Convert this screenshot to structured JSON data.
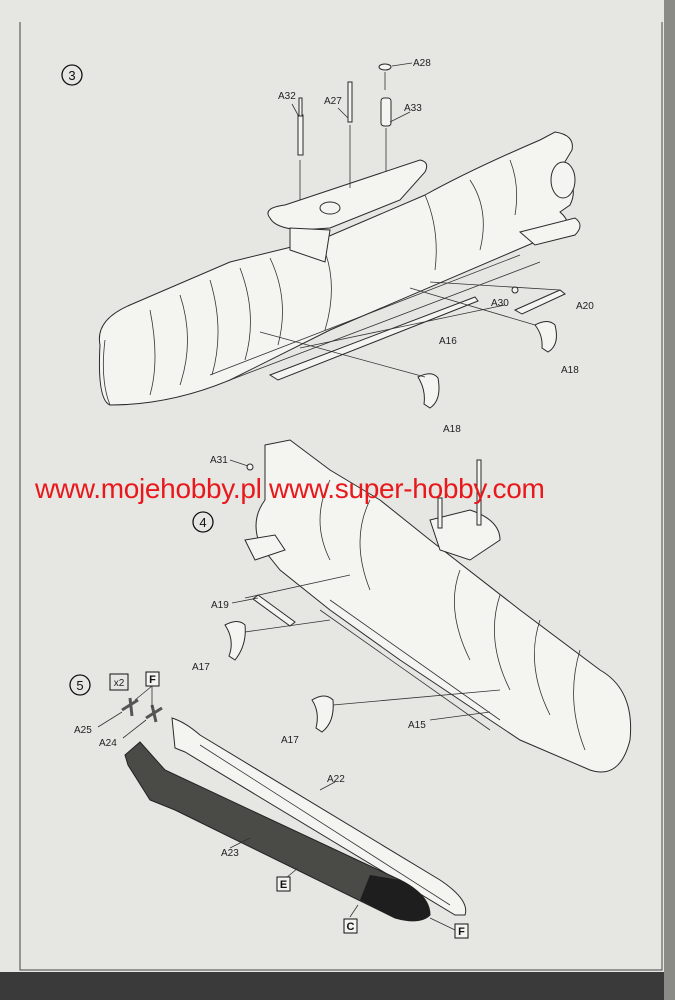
{
  "watermark": "www.mojehobby.pl www.super-hobby.com",
  "steps": {
    "step3": {
      "number": "3",
      "labels": {
        "a28": "A28",
        "a32": "A32",
        "a27": "A27",
        "a33": "A33",
        "a30": "A30",
        "a20": "A20",
        "a16": "A16",
        "a18_1": "A18",
        "a18_2": "A18"
      }
    },
    "step4": {
      "number": "4",
      "labels": {
        "a31": "A31",
        "a19": "A19",
        "a17_1": "A17",
        "a17_2": "A17",
        "a15": "A15"
      }
    },
    "step5": {
      "number": "5",
      "quantity": "x2",
      "labels": {
        "a25": "A25",
        "a24": "A24",
        "a22": "A22",
        "a23": "A23"
      },
      "color_codes": {
        "f_top": "F",
        "e": "E",
        "c": "C",
        "f_bottom": "F"
      }
    }
  },
  "colors": {
    "paper": "#e6e7e3",
    "torpedo": "#4a4a47",
    "torpedo_tip": "#1e1e1e",
    "watermark": "#e8181c"
  }
}
